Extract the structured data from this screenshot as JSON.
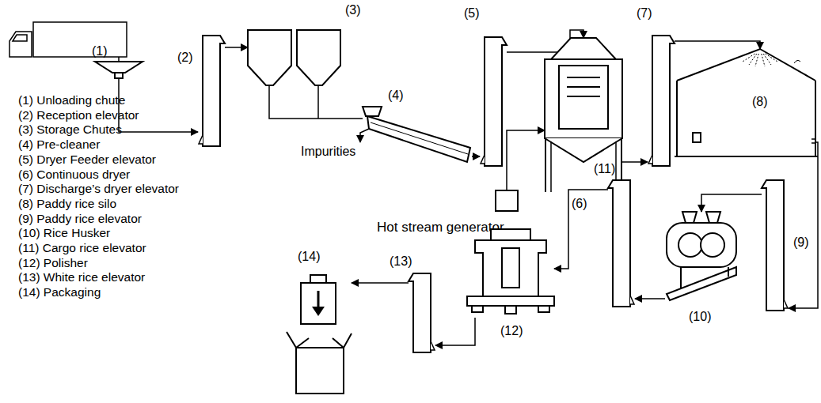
{
  "diagram": {
    "nodes": [
      {
        "text": [
          "(1)"
        ]
      },
      {
        "text": [
          "(2)"
        ]
      },
      {
        "text": [
          "(3)"
        ]
      },
      {
        "text": [
          "(4)"
        ]
      },
      {
        "text": [
          "(5)"
        ]
      },
      {
        "text": [
          "(6)"
        ]
      },
      {
        "text": [
          "Hot stream generator"
        ]
      },
      {
        "text": [
          "(7)"
        ]
      },
      {
        "text": [
          "(8)"
        ]
      },
      {
        "text": [
          "(9)"
        ]
      },
      {
        "text": [
          "(10)"
        ]
      },
      {
        "text": [
          "(11)"
        ]
      },
      {
        "text": [
          "(12)"
        ]
      },
      {
        "text": [
          "(13)"
        ]
      },
      {
        "text": [
          "(14)"
        ]
      }
    ],
    "edges": [
      {
        "from": 0,
        "to": 1,
        "arrow": "to"
      },
      {
        "from": 1,
        "to": 2,
        "arrow": "to"
      },
      {
        "from": 2,
        "to": 3,
        "arrow": "none"
      },
      {
        "from": 3,
        "to": 4,
        "arrow": "to"
      },
      {
        "from": 4,
        "to": 5,
        "arrow": "to"
      },
      {
        "from": 6,
        "to": 5,
        "arrow": "to"
      },
      {
        "from": 5,
        "to": 7,
        "arrow": "to"
      },
      {
        "from": 7,
        "to": 8,
        "arrow": "to"
      },
      {
        "from": 8,
        "to": 9,
        "arrow": "to"
      },
      {
        "from": 9,
        "to": 10,
        "arrow": "to"
      },
      {
        "from": 10,
        "to": 11,
        "arrow": "to"
      },
      {
        "from": 11,
        "to": 12,
        "arrow": "to"
      },
      {
        "from": 12,
        "to": 13,
        "arrow": "to"
      },
      {
        "from": 13,
        "to": 14,
        "arrow": "to"
      }
    ],
    "labels": [
      "(1) Unloading chute",
      "(2) Reception elevator",
      "(3) Storage Chutes",
      "(4) Pre-cleaner",
      "(5) Dryer Feeder elevator",
      "(6) Continuous dryer",
      "(7) Discharge’s dryer elevator",
      "(8) Paddy rice silo",
      "(9) Paddy rice elevator",
      "(10) Rice Husker",
      "(11) Cargo rice elevator",
      "(12) Polisher",
      "(13) White rice elevator",
      "(14) Packaging",
      "Impurities"
    ]
  }
}
